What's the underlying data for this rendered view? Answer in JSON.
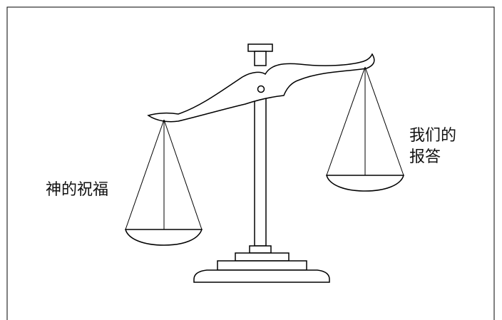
{
  "labels": {
    "left_pan": "神的祝福",
    "right_pan_line1": "我们的",
    "right_pan_line2": "报答"
  },
  "icons": {
    "scale": "balance-scale-icon"
  },
  "colors": {
    "stroke": "#000000",
    "background": "#ffffff"
  }
}
